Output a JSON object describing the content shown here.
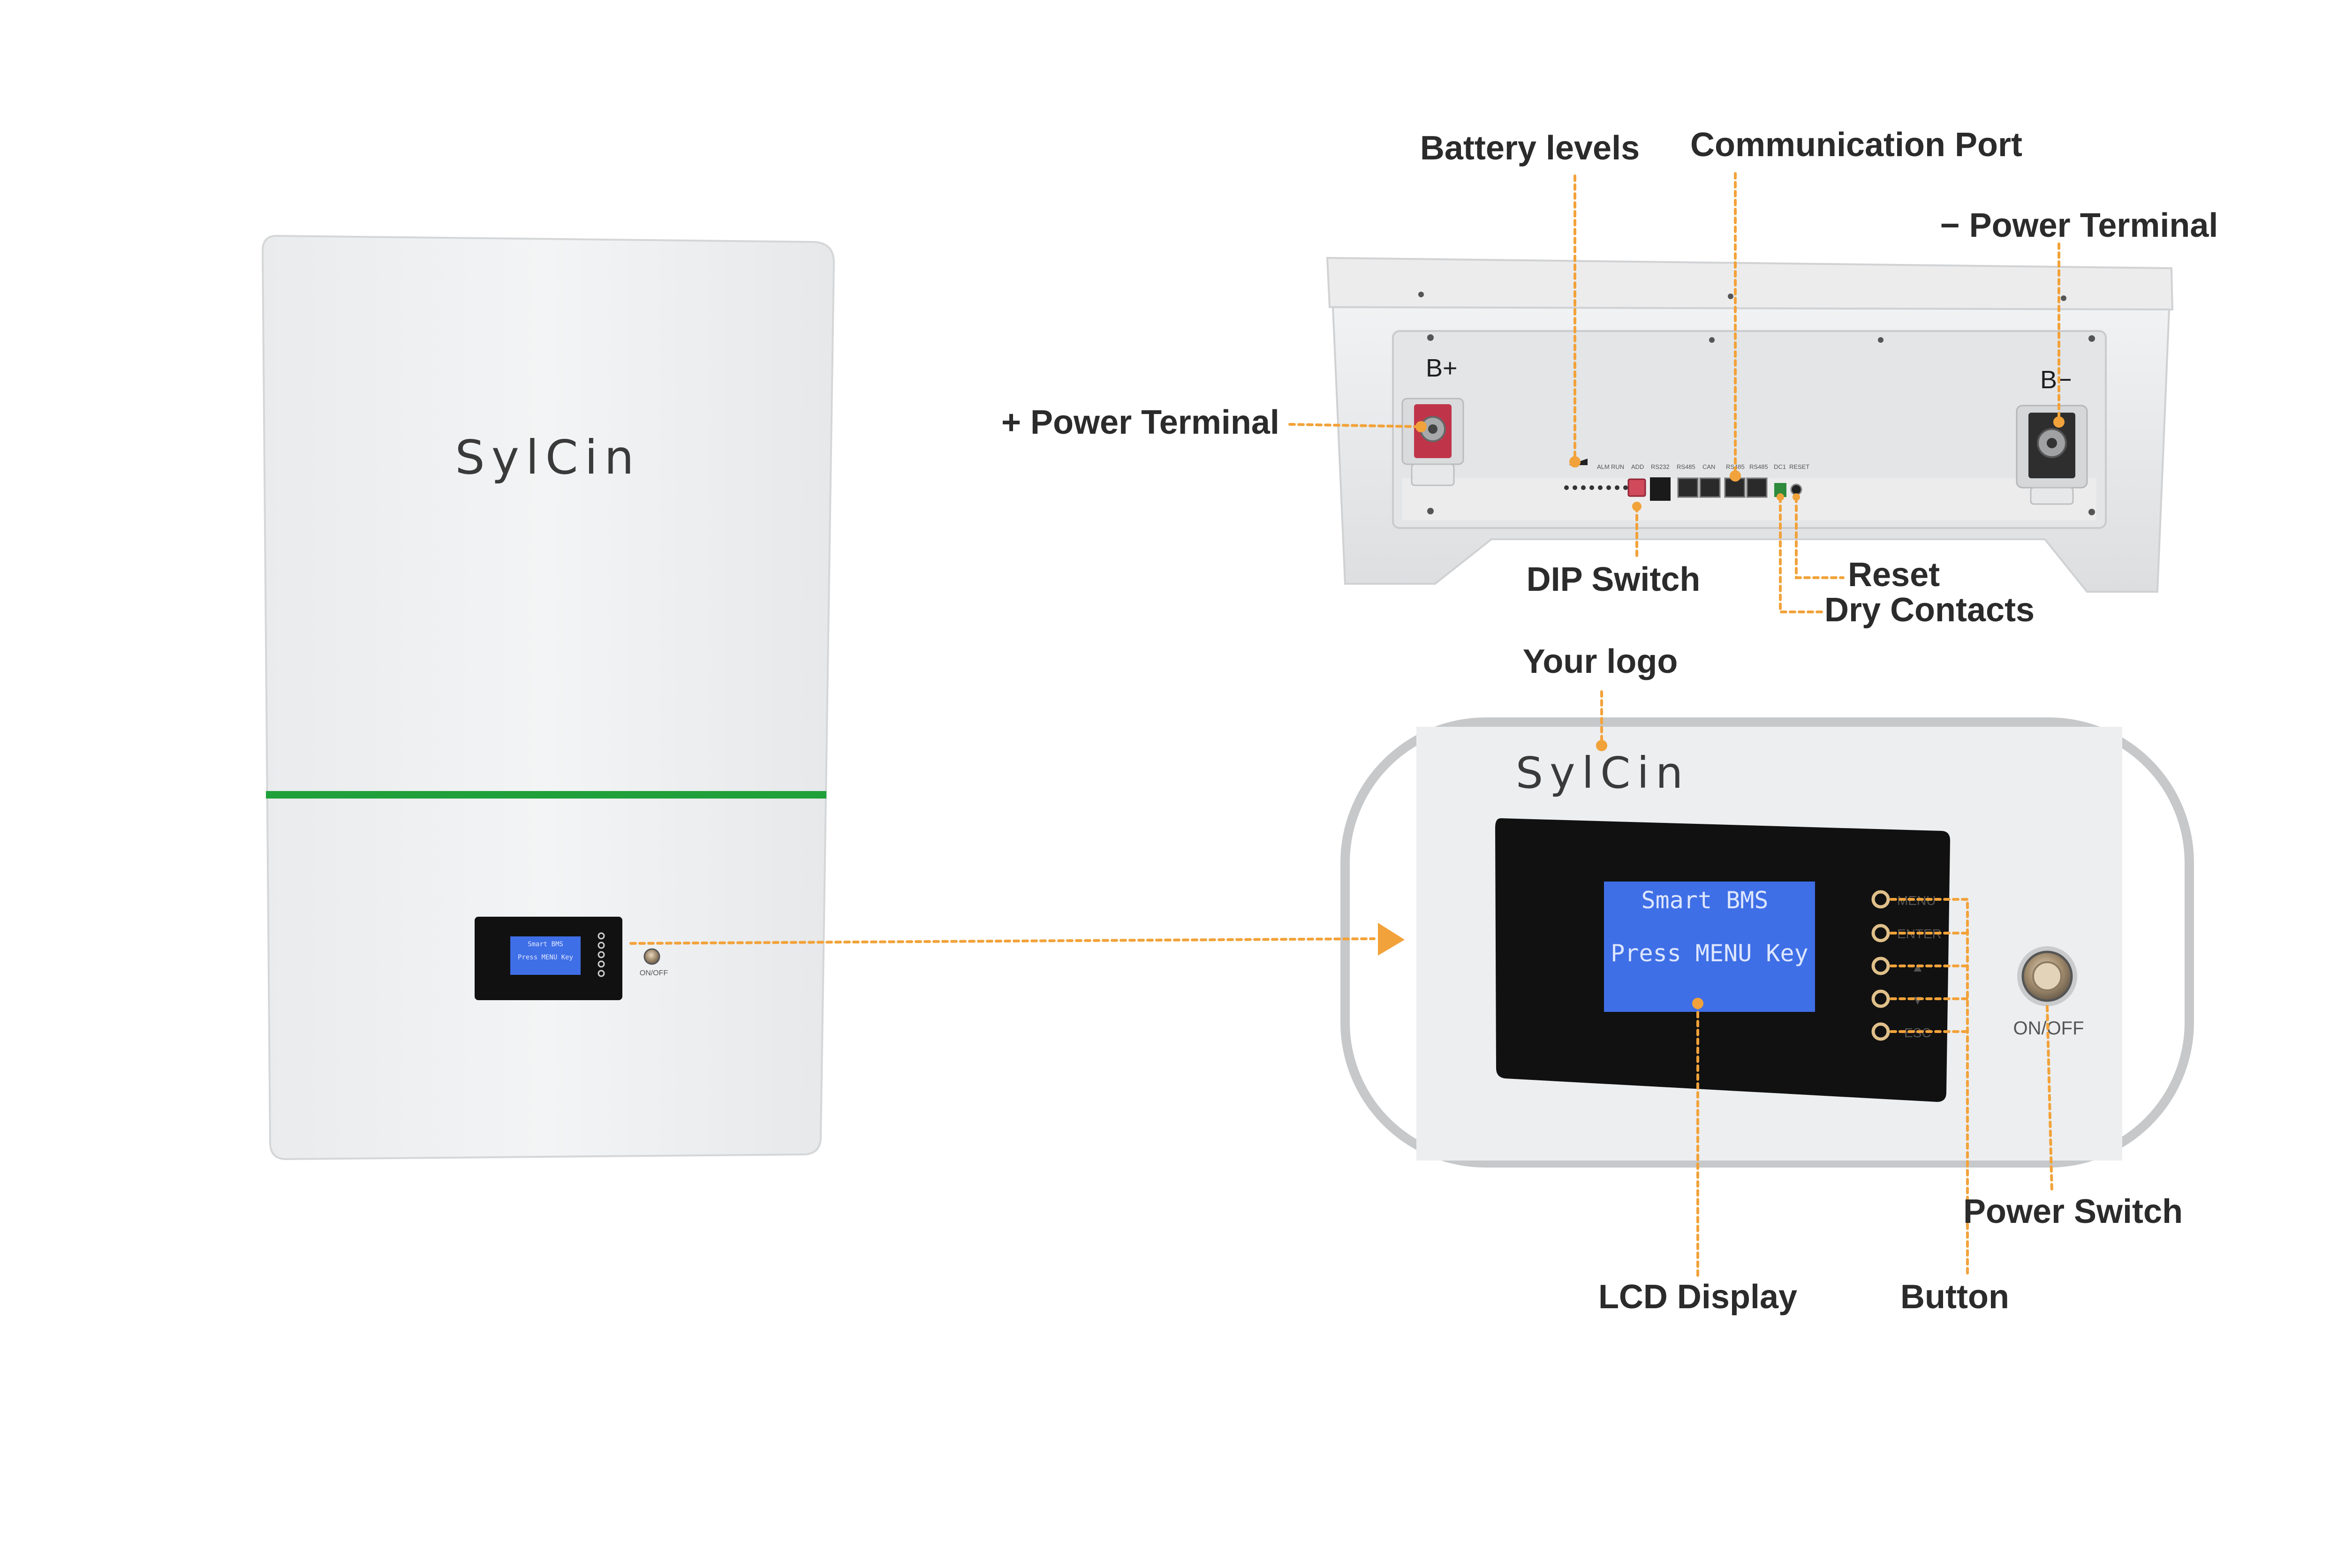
{
  "colors": {
    "accent": "#f2a23a",
    "stripe": "#1fa03a",
    "lcd": "#3f6fe6",
    "panel_dark": "#111111",
    "plus_terminal": "#c0344a"
  },
  "front_unit": {
    "brand": "SylCin",
    "lcd_line1": "Smart BMS",
    "lcd_line2": "Press MENU Key",
    "switch_label": "ON/OFF"
  },
  "port_panel": {
    "b_plus": "B+",
    "b_minus": "B−",
    "port_labels": [
      "ALM",
      "RUN",
      "ADD",
      "RS232",
      "RS485",
      "CAN",
      "RS485",
      "RS485",
      "DC1",
      "RESET"
    ]
  },
  "zoom_panel": {
    "brand": "SylCin",
    "lcd_line1": "Smart BMS",
    "lcd_line2": "Press MENU Key",
    "buttons": [
      "MENU",
      "ENTER",
      "▲",
      "▼",
      "ESC"
    ],
    "switch_label": "ON/OFF"
  },
  "callouts": {
    "battery_levels": "Battery levels",
    "communication_port": "Communication Port",
    "minus_power_terminal": "− Power Terminal",
    "plus_power_terminal": "+ Power Terminal",
    "dip_switch": "DIP Switch",
    "reset": "Reset",
    "dry_contacts": "Dry Contacts",
    "your_logo": "Your logo",
    "power_switch": "Power Switch",
    "lcd_display": "LCD Display",
    "button": "Button"
  }
}
